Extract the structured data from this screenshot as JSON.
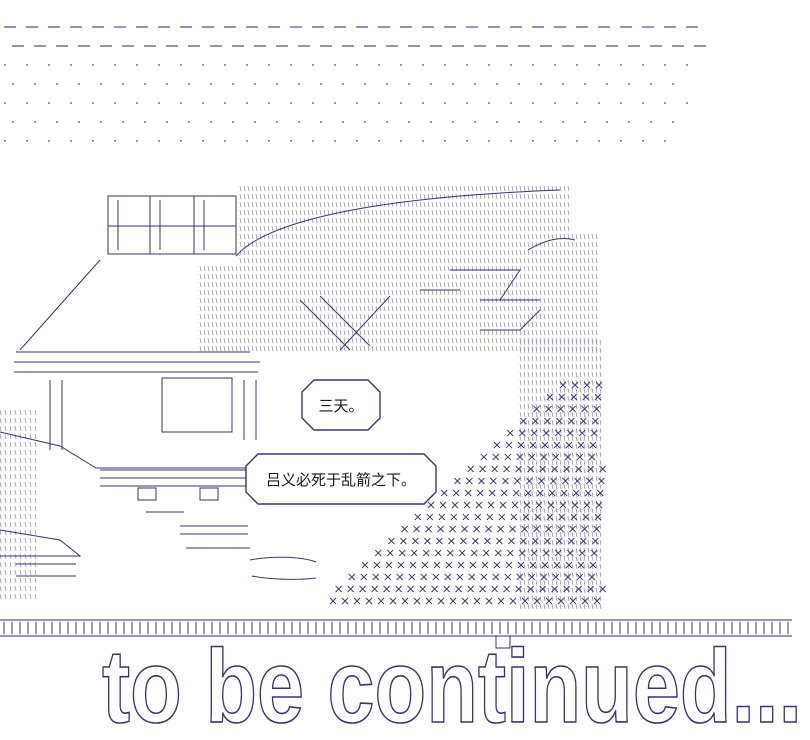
{
  "bubbles": {
    "short": "三天。",
    "long": "吕义必死于乱箭之下。"
  },
  "footer": {
    "text": "to be continued..."
  },
  "colors": {
    "ink": "#3d2f7a",
    "dots": "#9a93b8",
    "background": "#ffffff"
  }
}
